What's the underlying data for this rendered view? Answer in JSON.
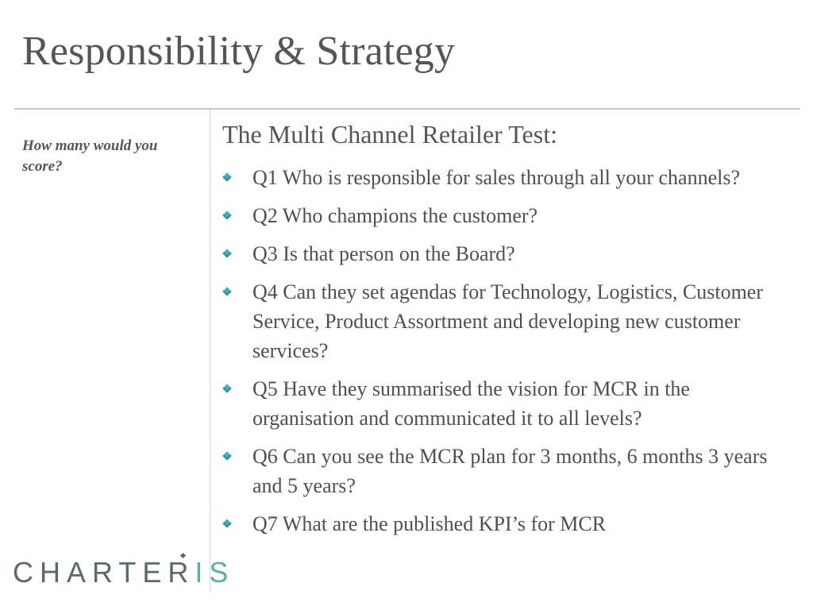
{
  "slide": {
    "title": "Responsibility & Strategy",
    "side_note": "How many would you score?",
    "subtitle": "The Multi Channel Retailer Test:",
    "bullets": [
      "Q1 Who is responsible for sales through all your channels?",
      "Q2 Who champions the customer?",
      "Q3 Is that person on the Board?",
      "Q4 Can they set agendas for Technology, Logistics, Customer Service, Product Assortment and developing new customer services?",
      "Q5 Have they summarised the vision for MCR in the organisation and communicated it to all levels?",
      "Q6 Can you see the MCR plan for 3 months, 6 months 3 years and 5 years?",
      "Q7 What are the published KPI’s for MCR"
    ]
  },
  "logo": {
    "text_main": "CHARTER",
    "text_accent": "IS"
  },
  "colors": {
    "bullet": "#3bb0c0",
    "logo_main": "#5a6b66",
    "logo_accent": "#5ab0a8"
  }
}
